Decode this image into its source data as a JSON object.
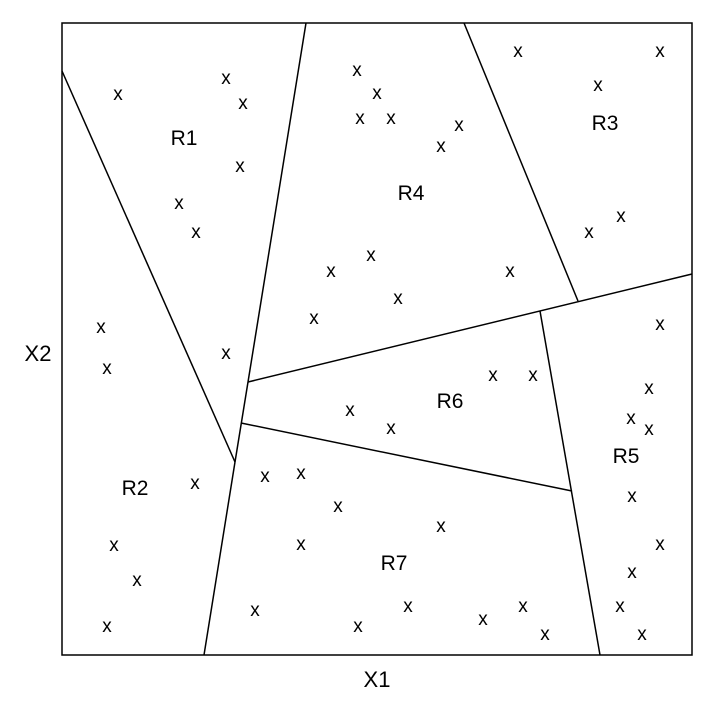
{
  "axes": {
    "x_label": "X1",
    "y_label": "X2"
  },
  "regions": [
    {
      "id": "r1",
      "label": "R1"
    },
    {
      "id": "r2",
      "label": "R2"
    },
    {
      "id": "r3",
      "label": "R3"
    },
    {
      "id": "r4",
      "label": "R4"
    },
    {
      "id": "r5",
      "label": "R5"
    },
    {
      "id": "r6",
      "label": "R6"
    },
    {
      "id": "r7",
      "label": "R7"
    }
  ],
  "point_marker": "x"
}
